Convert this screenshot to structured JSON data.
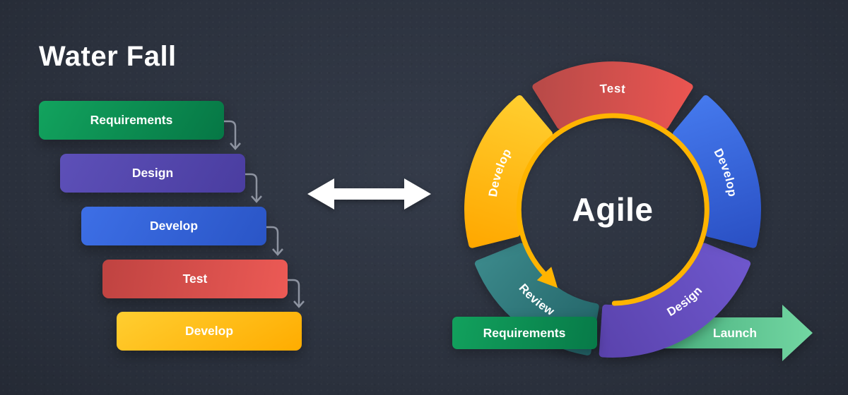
{
  "waterfall": {
    "title": "Water Fall",
    "steps": [
      {
        "label": "Requirements",
        "color": "#0d8c50"
      },
      {
        "label": "Design",
        "color": "#5448a8"
      },
      {
        "label": "Develop",
        "color": "#3061d5"
      },
      {
        "label": "Test",
        "color": "#d94b4a"
      },
      {
        "label": "Develop",
        "color": "#ffbc11"
      }
    ],
    "flow_arrow_icon": "elbow-down-arrow",
    "flow_arrow_color": "#8d93a0"
  },
  "comparison": {
    "icon": "double-headed-arrow",
    "color": "#ffffff"
  },
  "agile": {
    "center_label": "Agile",
    "segments": [
      {
        "label": "Test",
        "position": "top",
        "color": "#e05250"
      },
      {
        "label": "Develop",
        "position": "right",
        "color": "#3567dd"
      },
      {
        "label": "Design",
        "position": "bottom-right",
        "color": "#6450c0"
      },
      {
        "label": "Review",
        "position": "bottom-left",
        "color": "#31797b"
      },
      {
        "label": "Develop",
        "position": "left",
        "color": "#ffbc11"
      }
    ],
    "cycle_arrow_icon": "circular-arrow-counterclockwise",
    "cycle_arrow_color": "#ffb400",
    "requirements_label": "Requirements",
    "requirements_color": "#0d8c50",
    "launch_label": "Launch",
    "launch_arrow_icon": "right-arrow",
    "launch_color": "#57bd85"
  },
  "theme": {
    "background": "#2a303b",
    "text": "#ffffff"
  }
}
